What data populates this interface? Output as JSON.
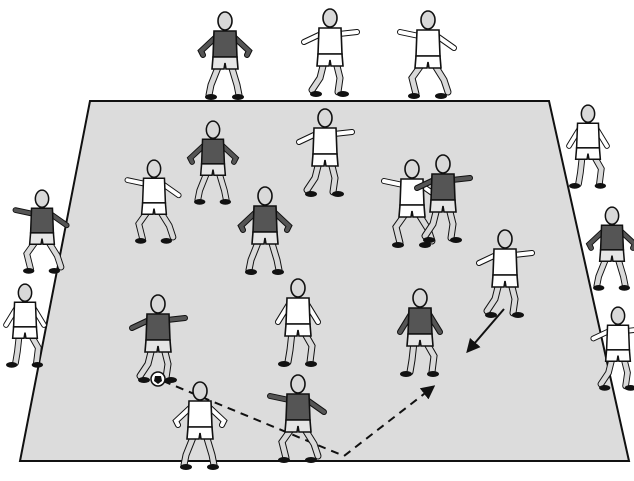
{
  "colors": {
    "background": "#ffffff",
    "pitch_fill": "#dcdcdc",
    "pitch_line": "#111111",
    "dark_team": "#555555",
    "light_team": "#ffffff",
    "skin": "#d9d9d9",
    "shorts_light": "#e6e6e6",
    "outline": "#111111"
  },
  "diagram": {
    "pitch": "pitch-area",
    "players": [
      {
        "team": "dark",
        "role": "outside-top-left"
      },
      {
        "team": "light",
        "role": "outside-top-middle"
      },
      {
        "team": "light",
        "role": "outside-top-right"
      },
      {
        "team": "light",
        "role": "outside-right-upper"
      },
      {
        "team": "dark",
        "role": "outside-right-middle"
      },
      {
        "team": "light",
        "role": "outside-right-lower"
      },
      {
        "team": "dark",
        "role": "outside-left-upper"
      },
      {
        "team": "light",
        "role": "outside-left-lower"
      },
      {
        "team": "light",
        "role": "outside-bottom-left"
      },
      {
        "team": "dark",
        "role": "dribbler-with-ball"
      },
      {
        "team": "dark",
        "role": "kicker"
      },
      {
        "team": "dark",
        "role": "receiver"
      },
      {
        "team": "light",
        "role": "runner"
      }
    ],
    "ball": "soccer-ball",
    "arrows": [
      "pass-path-dashed",
      "run-path-solid"
    ]
  }
}
